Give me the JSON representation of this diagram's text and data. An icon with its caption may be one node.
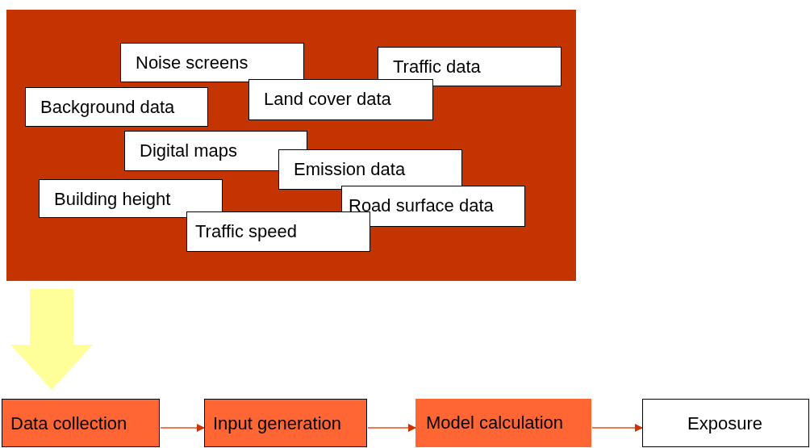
{
  "diagram": {
    "nodes": [
      {
        "text": [],
        "shape": "box"
      },
      {
        "text": [
          "Noise screens"
        ],
        "in": 0
      },
      {
        "text": [
          "Traffic data"
        ],
        "in": 0
      },
      {
        "text": [
          "Land cover data"
        ],
        "in": 0
      },
      {
        "text": [
          "Background data"
        ],
        "in": 0
      },
      {
        "text": [
          "Digital maps"
        ],
        "in": 0
      },
      {
        "text": [
          "Emission data"
        ],
        "in": 0
      },
      {
        "text": [
          "Building height"
        ],
        "in": 0
      },
      {
        "text": [
          "Road surface data"
        ],
        "in": 0
      },
      {
        "text": [
          "Traffic speed"
        ],
        "in": 0
      },
      {
        "text": [
          "Data collection"
        ]
      },
      {
        "text": [
          "Input generation"
        ]
      },
      {
        "text": [
          "Model calculation"
        ]
      },
      {
        "text": [
          "Exposure"
        ]
      }
    ],
    "edges": [
      {
        "from": 0,
        "to": 10,
        "arrow": "to",
        "style": "thick",
        "color": "#ffff99"
      },
      {
        "from": 10,
        "to": 11,
        "arrow": "to"
      },
      {
        "from": 11,
        "to": 12,
        "arrow": "to"
      },
      {
        "from": 12,
        "to": 13,
        "arrow": "to"
      }
    ]
  }
}
